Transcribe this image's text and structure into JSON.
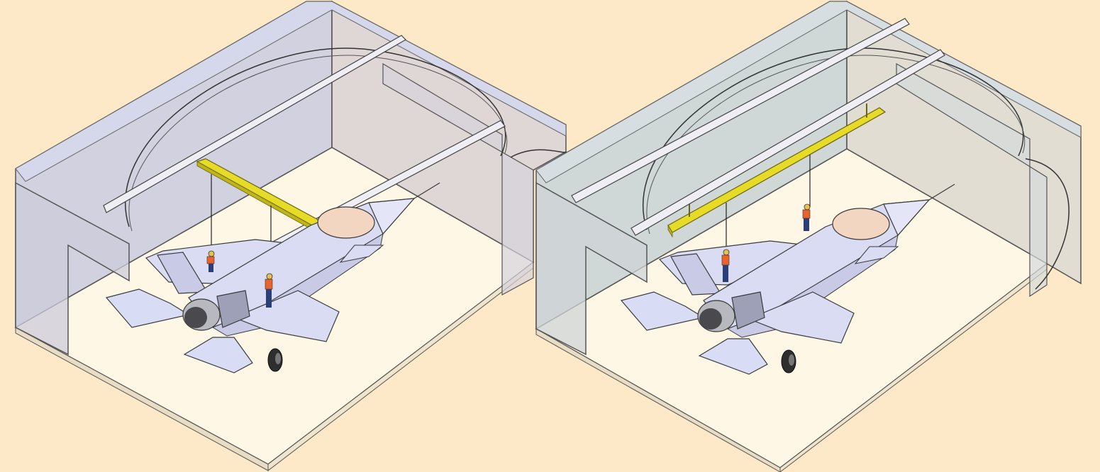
{
  "colors": {
    "background": "#fde9c7",
    "floor": "#fef7e6",
    "wall_left_scene": "#c9cde4",
    "wall_right_scene": "#c8d4d9",
    "rail_yellow": "#e6dc28",
    "aircraft_body": "#d9dcf5",
    "canopy": "#f2d6c2",
    "edges": "#3a3a3a"
  },
  "scenes": [
    {
      "id": "left",
      "bridge_orientation": "transverse",
      "workers": 2
    },
    {
      "id": "right",
      "bridge_orientation": "longitudinal",
      "workers": 2
    }
  ]
}
